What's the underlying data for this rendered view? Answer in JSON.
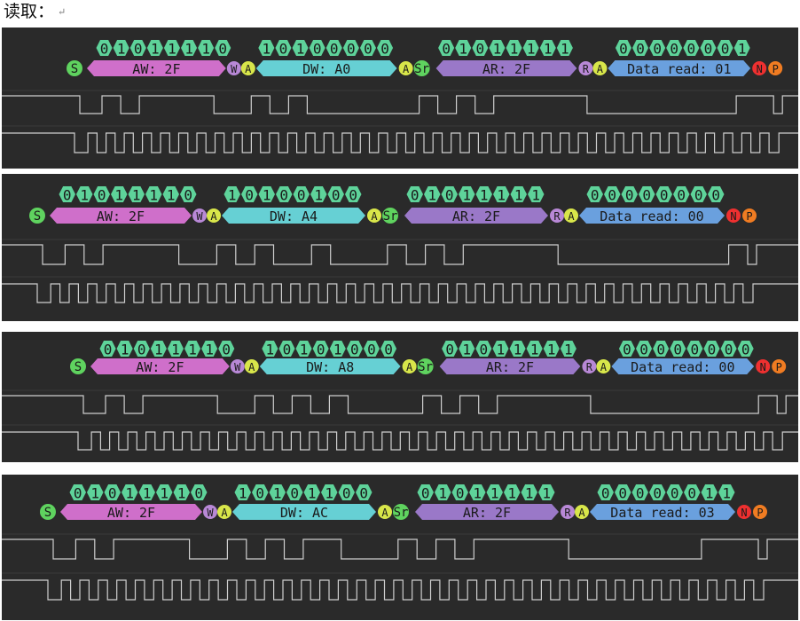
{
  "caption": "读取：",
  "return_mark": "↵",
  "colors": {
    "panel_bg": "#2a2a2a",
    "bits": "#5ed39a",
    "start": "#5fd35f",
    "ack": "#d8e64a",
    "write_addr": "#cf6fca",
    "read_addr": "#9a78c8",
    "data_write": "#66d0d4",
    "data_read": "#6aa0de",
    "nack": "#ee3030",
    "stop": "#f07c22",
    "rw_flag": "#b888d6",
    "waveform": "#cfcfcf"
  },
  "frames": [
    {
      "write_addr_bits": "01011110",
      "write_addr_label": "AW: 2F",
      "write_flag": "W",
      "ack1": "A",
      "data_bits": "10100000",
      "data_label": "DW: A0",
      "ack2": "A",
      "restart": "Sr",
      "read_addr_bits": "01011111",
      "read_addr_label": "AR: 2F",
      "read_flag": "R",
      "ack3": "A",
      "read_bits": "00000001",
      "read_label": "Data read: 01",
      "start": "S",
      "nack": "N",
      "stop": "P"
    },
    {
      "write_addr_bits": "01011110",
      "write_addr_label": "AW: 2F",
      "write_flag": "W",
      "ack1": "A",
      "data_bits": "10100100",
      "data_label": "DW: A4",
      "ack2": "A",
      "restart": "Sr",
      "read_addr_bits": "01011111",
      "read_addr_label": "AR: 2F",
      "read_flag": "R",
      "ack3": "A",
      "read_bits": "00000000",
      "read_label": "Data read: 00",
      "start": "S",
      "nack": "N",
      "stop": "P"
    },
    {
      "write_addr_bits": "01011110",
      "write_addr_label": "AW: 2F",
      "write_flag": "W",
      "ack1": "A",
      "data_bits": "10101000",
      "data_label": "DW: A8",
      "ack2": "A",
      "restart": "Sr",
      "read_addr_bits": "01011111",
      "read_addr_label": "AR: 2F",
      "read_flag": "R",
      "ack3": "A",
      "read_bits": "00000000",
      "read_label": "Data read: 00",
      "start": "S",
      "nack": "N",
      "stop": "P"
    },
    {
      "write_addr_bits": "01011110",
      "write_addr_label": "AW: 2F",
      "write_flag": "W",
      "ack1": "A",
      "data_bits": "10101100",
      "data_label": "DW: AC",
      "ack2": "A",
      "restart": "Sr",
      "read_addr_bits": "01011111",
      "read_addr_label": "AR: 2F",
      "read_flag": "R",
      "ack3": "A",
      "read_bits": "00000011",
      "read_label": "Data read: 03",
      "start": "S",
      "nack": "N",
      "stop": "P"
    }
  ]
}
